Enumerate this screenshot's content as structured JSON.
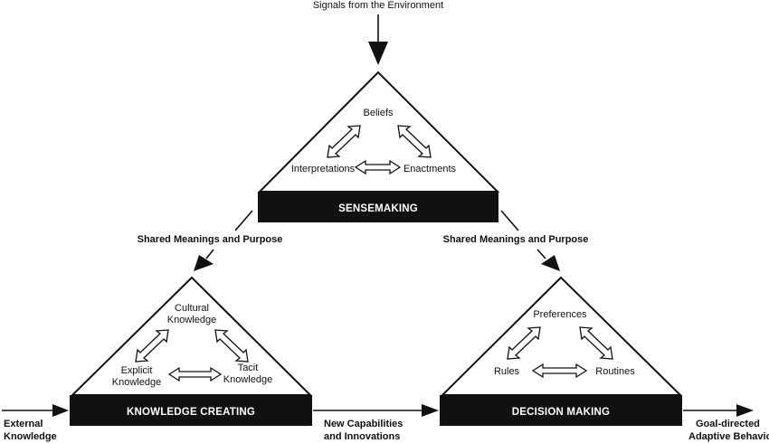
{
  "title": "Signals from the Environment",
  "sensemaking": {
    "bar_label": "SENSEMAKING",
    "top": "Beliefs",
    "left": "Interpretations",
    "right": "Enactments"
  },
  "knowledge_creating": {
    "bar_label": "KNOWLEDGE CREATING",
    "top_line1": "Cultural",
    "top_line2": "Knowledge",
    "left_line1": "Explicit",
    "left_line2": "Knowledge",
    "right_line1": "Tacit",
    "right_line2": "Knowledge"
  },
  "decision_making": {
    "bar_label": "DECISION MAKING",
    "top": "Preferences",
    "left": "Rules",
    "right": "Routines"
  },
  "flows": {
    "shared_left": "Shared Meanings and Purpose",
    "shared_right": "Shared Meanings and Purpose",
    "external_line1": "External",
    "external_line2": "Knowledge",
    "new_cap_line1": "New Capabilities",
    "new_cap_line2": "and Innovations",
    "goal_line1": "Goal-directed",
    "goal_line2": "Adaptive Behavior"
  }
}
